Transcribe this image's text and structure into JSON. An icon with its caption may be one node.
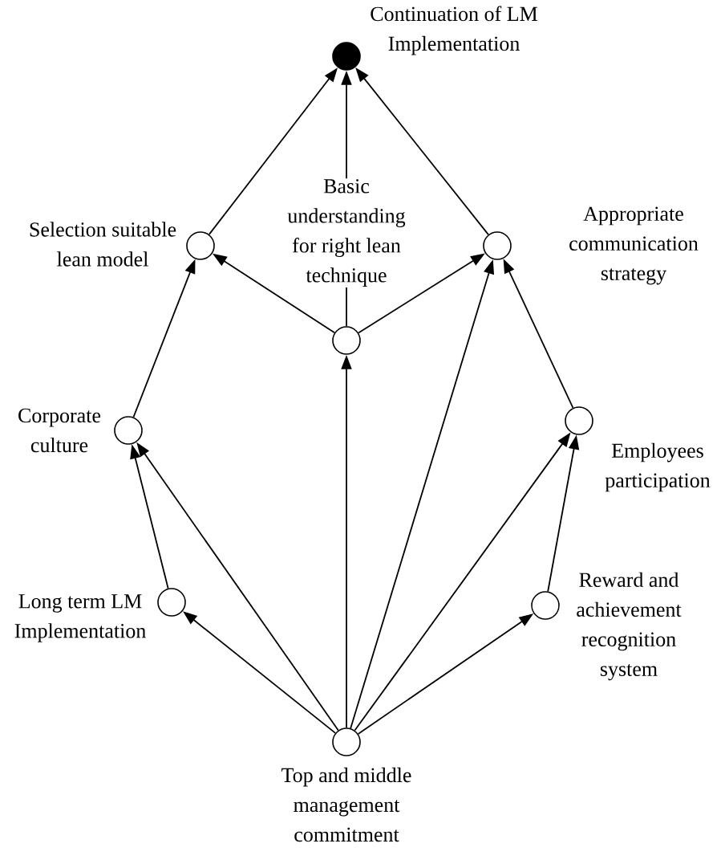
{
  "diagram": {
    "nodes": [
      {
        "text": [],
        "shape": "dot",
        "beside": [
          "Continuation of LM Implementation"
        ]
      },
      {
        "text": [],
        "shape": "circle",
        "beside": [
          "Selection suitable lean model"
        ]
      },
      {
        "text": [],
        "shape": "circle",
        "beside": [
          "Appropriate communication strategy"
        ]
      },
      {
        "text": [],
        "shape": "circle",
        "beside": [
          "Basic understanding for right lean technique"
        ]
      },
      {
        "text": [],
        "shape": "circle",
        "beside": [
          "Corporate culture"
        ]
      },
      {
        "text": [],
        "shape": "circle",
        "beside": [
          "Employees participation"
        ]
      },
      {
        "text": [],
        "shape": "circle",
        "beside": [
          "Long term LM Implementation"
        ]
      },
      {
        "text": [],
        "shape": "circle",
        "beside": [
          "Reward and achievement recognition system"
        ]
      },
      {
        "text": [],
        "shape": "circle",
        "beside": [
          "Top and middle management commitment"
        ]
      }
    ],
    "edges": [
      {
        "from": 1,
        "to": 0,
        "arrow": "to"
      },
      {
        "from": 3,
        "to": 0,
        "arrow": "to"
      },
      {
        "from": 2,
        "to": 0,
        "arrow": "to"
      },
      {
        "from": 3,
        "to": 1,
        "arrow": "to"
      },
      {
        "from": 3,
        "to": 2,
        "arrow": "to"
      },
      {
        "from": 4,
        "to": 1,
        "arrow": "to"
      },
      {
        "from": 5,
        "to": 2,
        "arrow": "to"
      },
      {
        "from": 8,
        "to": 2,
        "arrow": "to"
      },
      {
        "from": 8,
        "to": 3,
        "arrow": "to"
      },
      {
        "from": 6,
        "to": 4,
        "arrow": "to"
      },
      {
        "from": 8,
        "to": 4,
        "arrow": "to"
      },
      {
        "from": 8,
        "to": 6,
        "arrow": "to"
      },
      {
        "from": 7,
        "to": 5,
        "arrow": "to"
      },
      {
        "from": 8,
        "to": 5,
        "arrow": "to"
      },
      {
        "from": 8,
        "to": 7,
        "arrow": "to"
      }
    ]
  }
}
